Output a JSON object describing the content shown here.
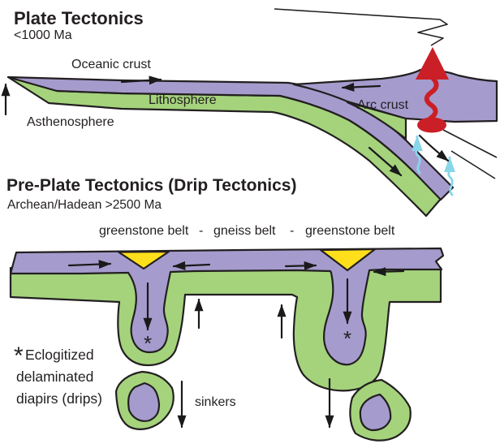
{
  "colors": {
    "crust_purple": "#a59ccd",
    "mantle_green": "#a4d37c",
    "greenstone_yellow": "#ffdf1b",
    "magma_red": "#cb1f27",
    "fluid_cyan": "#87d6e9",
    "line_black": "#231f20"
  },
  "panel_top": {
    "title": "Plate Tectonics",
    "subtitle": "<1000 Ma",
    "oceanic_crust_label": "Oceanic crust",
    "lithosphere_label": "Lithosphere",
    "asthenosphere_label": "Asthenosphere",
    "arc_crust_label": "Arc crust"
  },
  "panel_bottom": {
    "title": "Pre-Plate Tectonics (Drip Tectonics)",
    "subtitle": "Archean/Hadean >2500 Ma",
    "belt_left": "greenstone belt",
    "belt_separator": "-",
    "belt_middle": "gneiss belt",
    "belt_right": "greenstone belt",
    "drip_marker": "*",
    "legend_marker": "*",
    "legend_line1": "Eclogitized",
    "legend_line2": "delaminated",
    "legend_line3": "diapirs (drips)",
    "sinkers_label": "sinkers"
  }
}
